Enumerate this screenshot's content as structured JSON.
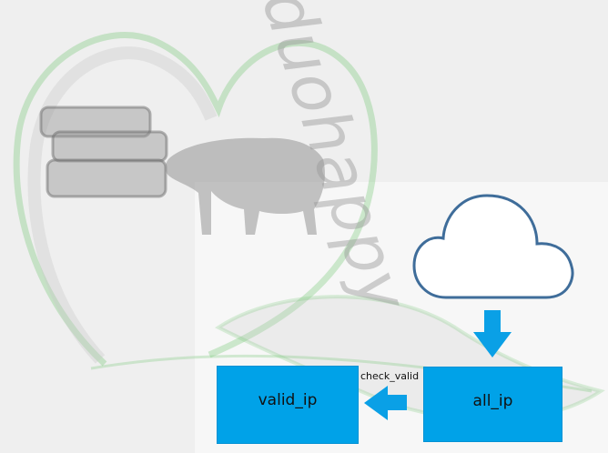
{
  "watermark": {
    "text": "duohappy"
  },
  "nodes": {
    "cloud": {
      "label": ""
    },
    "all_ip": {
      "label": "all_ip"
    },
    "valid_ip": {
      "label": "valid_ip"
    }
  },
  "edges": {
    "cloud_to_all_ip": {
      "label": ""
    },
    "all_ip_to_valid_ip": {
      "label": "check_valid"
    }
  },
  "colors": {
    "box_fill": "#00a2e8",
    "arrow_fill": "#0aa0e6",
    "cloud_stroke": "#3f6d9a"
  }
}
